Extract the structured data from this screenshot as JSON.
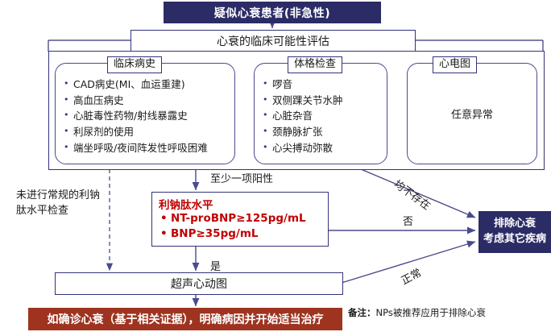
{
  "header": {
    "title": "疑似心衰患者(非急性)",
    "assessment": "心衰的临床可能性评估"
  },
  "colors": {
    "navy": "#2b2b66",
    "dark_red": "#9e3320",
    "red_text": "#c00000",
    "line": "#33337a"
  },
  "criteria_boxes": [
    {
      "label": "临床病史",
      "items": [
        "CAD病史(MI、血运重建)",
        "高血压病史",
        "心脏毒性药物/射线暴露史",
        "利尿剂的使用",
        "端坐呼吸/夜间阵发性呼吸困难"
      ]
    },
    {
      "label": "体格检查",
      "items": [
        "啰音",
        "双侧踝关节水肿",
        "心脏杂音",
        "颈静脉扩张",
        "心尖搏动弥散"
      ]
    },
    {
      "label": "心电图",
      "center_text": "任意异常"
    }
  ],
  "natriuretic_box": {
    "title": "利钠肽水平",
    "items": [
      "NT-proBNP≥125pg/mL",
      "BNP≥35pg/mL"
    ]
  },
  "echo_box": {
    "label": "超声心动图"
  },
  "conclusion_box": {
    "label": "如确诊心衰（基于相关证据），明确病因并开始适当治疗"
  },
  "exclude_box": {
    "line1": "排除心衰",
    "line2": "考虑其它疾病"
  },
  "side_note": {
    "text": "未进行常规的利钠肽水平检查"
  },
  "footnote": {
    "prefix": "备注：",
    "text": "NPs被推荐应用于排除心衰"
  },
  "edge_labels": {
    "at_least_one_positive": "至少一项阳性",
    "none_present": "均不存在",
    "no": "否",
    "yes": "是",
    "normal": "正常"
  }
}
